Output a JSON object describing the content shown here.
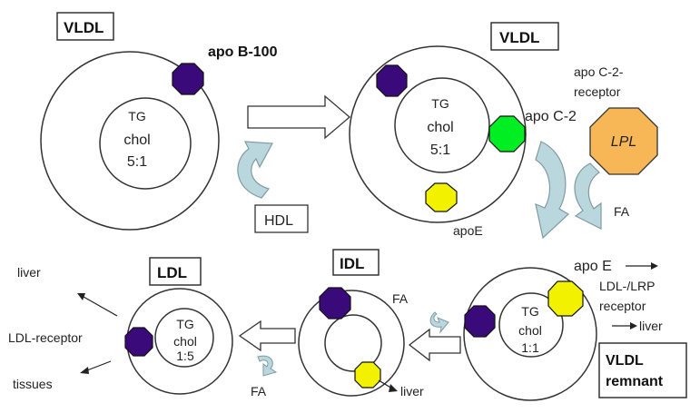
{
  "particles": {
    "vldl1": {
      "title": "VLDL",
      "apo_label": "apo B-100",
      "core_tg": "TG",
      "core_chol": "chol",
      "core_ratio": "5:1"
    },
    "vldl2": {
      "title": "VLDL",
      "core_tg": "TG",
      "core_chol": "chol",
      "core_ratio": "5:1",
      "apoc2_label": "apo C-2",
      "apoe_label": "apoE"
    },
    "vldl_remnant": {
      "title_line1": "VLDL",
      "title_line2": "remnant",
      "core_tg": "TG",
      "core_chol": "chol",
      "core_ratio": "1:1"
    },
    "idl": {
      "title": "IDL"
    },
    "ldl": {
      "title": "LDL",
      "core_tg": "TG",
      "core_chol": "chol",
      "core_ratio": "1:5"
    }
  },
  "labels": {
    "hdl": "HDL",
    "apoc2_receptor_l1": "apo C-2-",
    "apoc2_receptor_l2": "receptor",
    "lpl": "LPL",
    "fa_right": "FA",
    "apo_e_remnant": "apo E",
    "ldl_lrp_l1": "LDL-/LRP",
    "ldl_lrp_l2": "receptor",
    "liver_remnant": "liver",
    "fa_idl": "FA",
    "liver_idl": "liver",
    "fa_ldl": "FA",
    "liver_ldl": "liver",
    "ldl_receptor": "LDL-receptor",
    "tissues": "tissues"
  },
  "colors": {
    "apoB100": "#3b0a7a",
    "apoC2": "#00ee22",
    "apoE": "#f2f200",
    "lpl": "#f7b757",
    "arrow_fill": "#b9d7dd",
    "arrow_stroke": "#7f9ba1"
  }
}
